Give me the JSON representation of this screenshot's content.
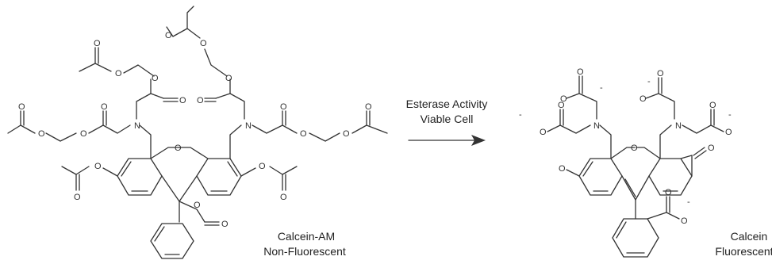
{
  "reaction": {
    "condition_line1": "Esterase Activity",
    "condition_line2": "Viable Cell"
  },
  "reactant": {
    "name": "Calcein-AM",
    "property": "Non-Fluorescent"
  },
  "product": {
    "name": "Calcein",
    "property": "Fluorescent"
  },
  "atoms": {
    "oxygen": "O",
    "nitrogen": "N",
    "anion": "-"
  },
  "colors": {
    "ink": "#333333",
    "text": "#222222"
  }
}
